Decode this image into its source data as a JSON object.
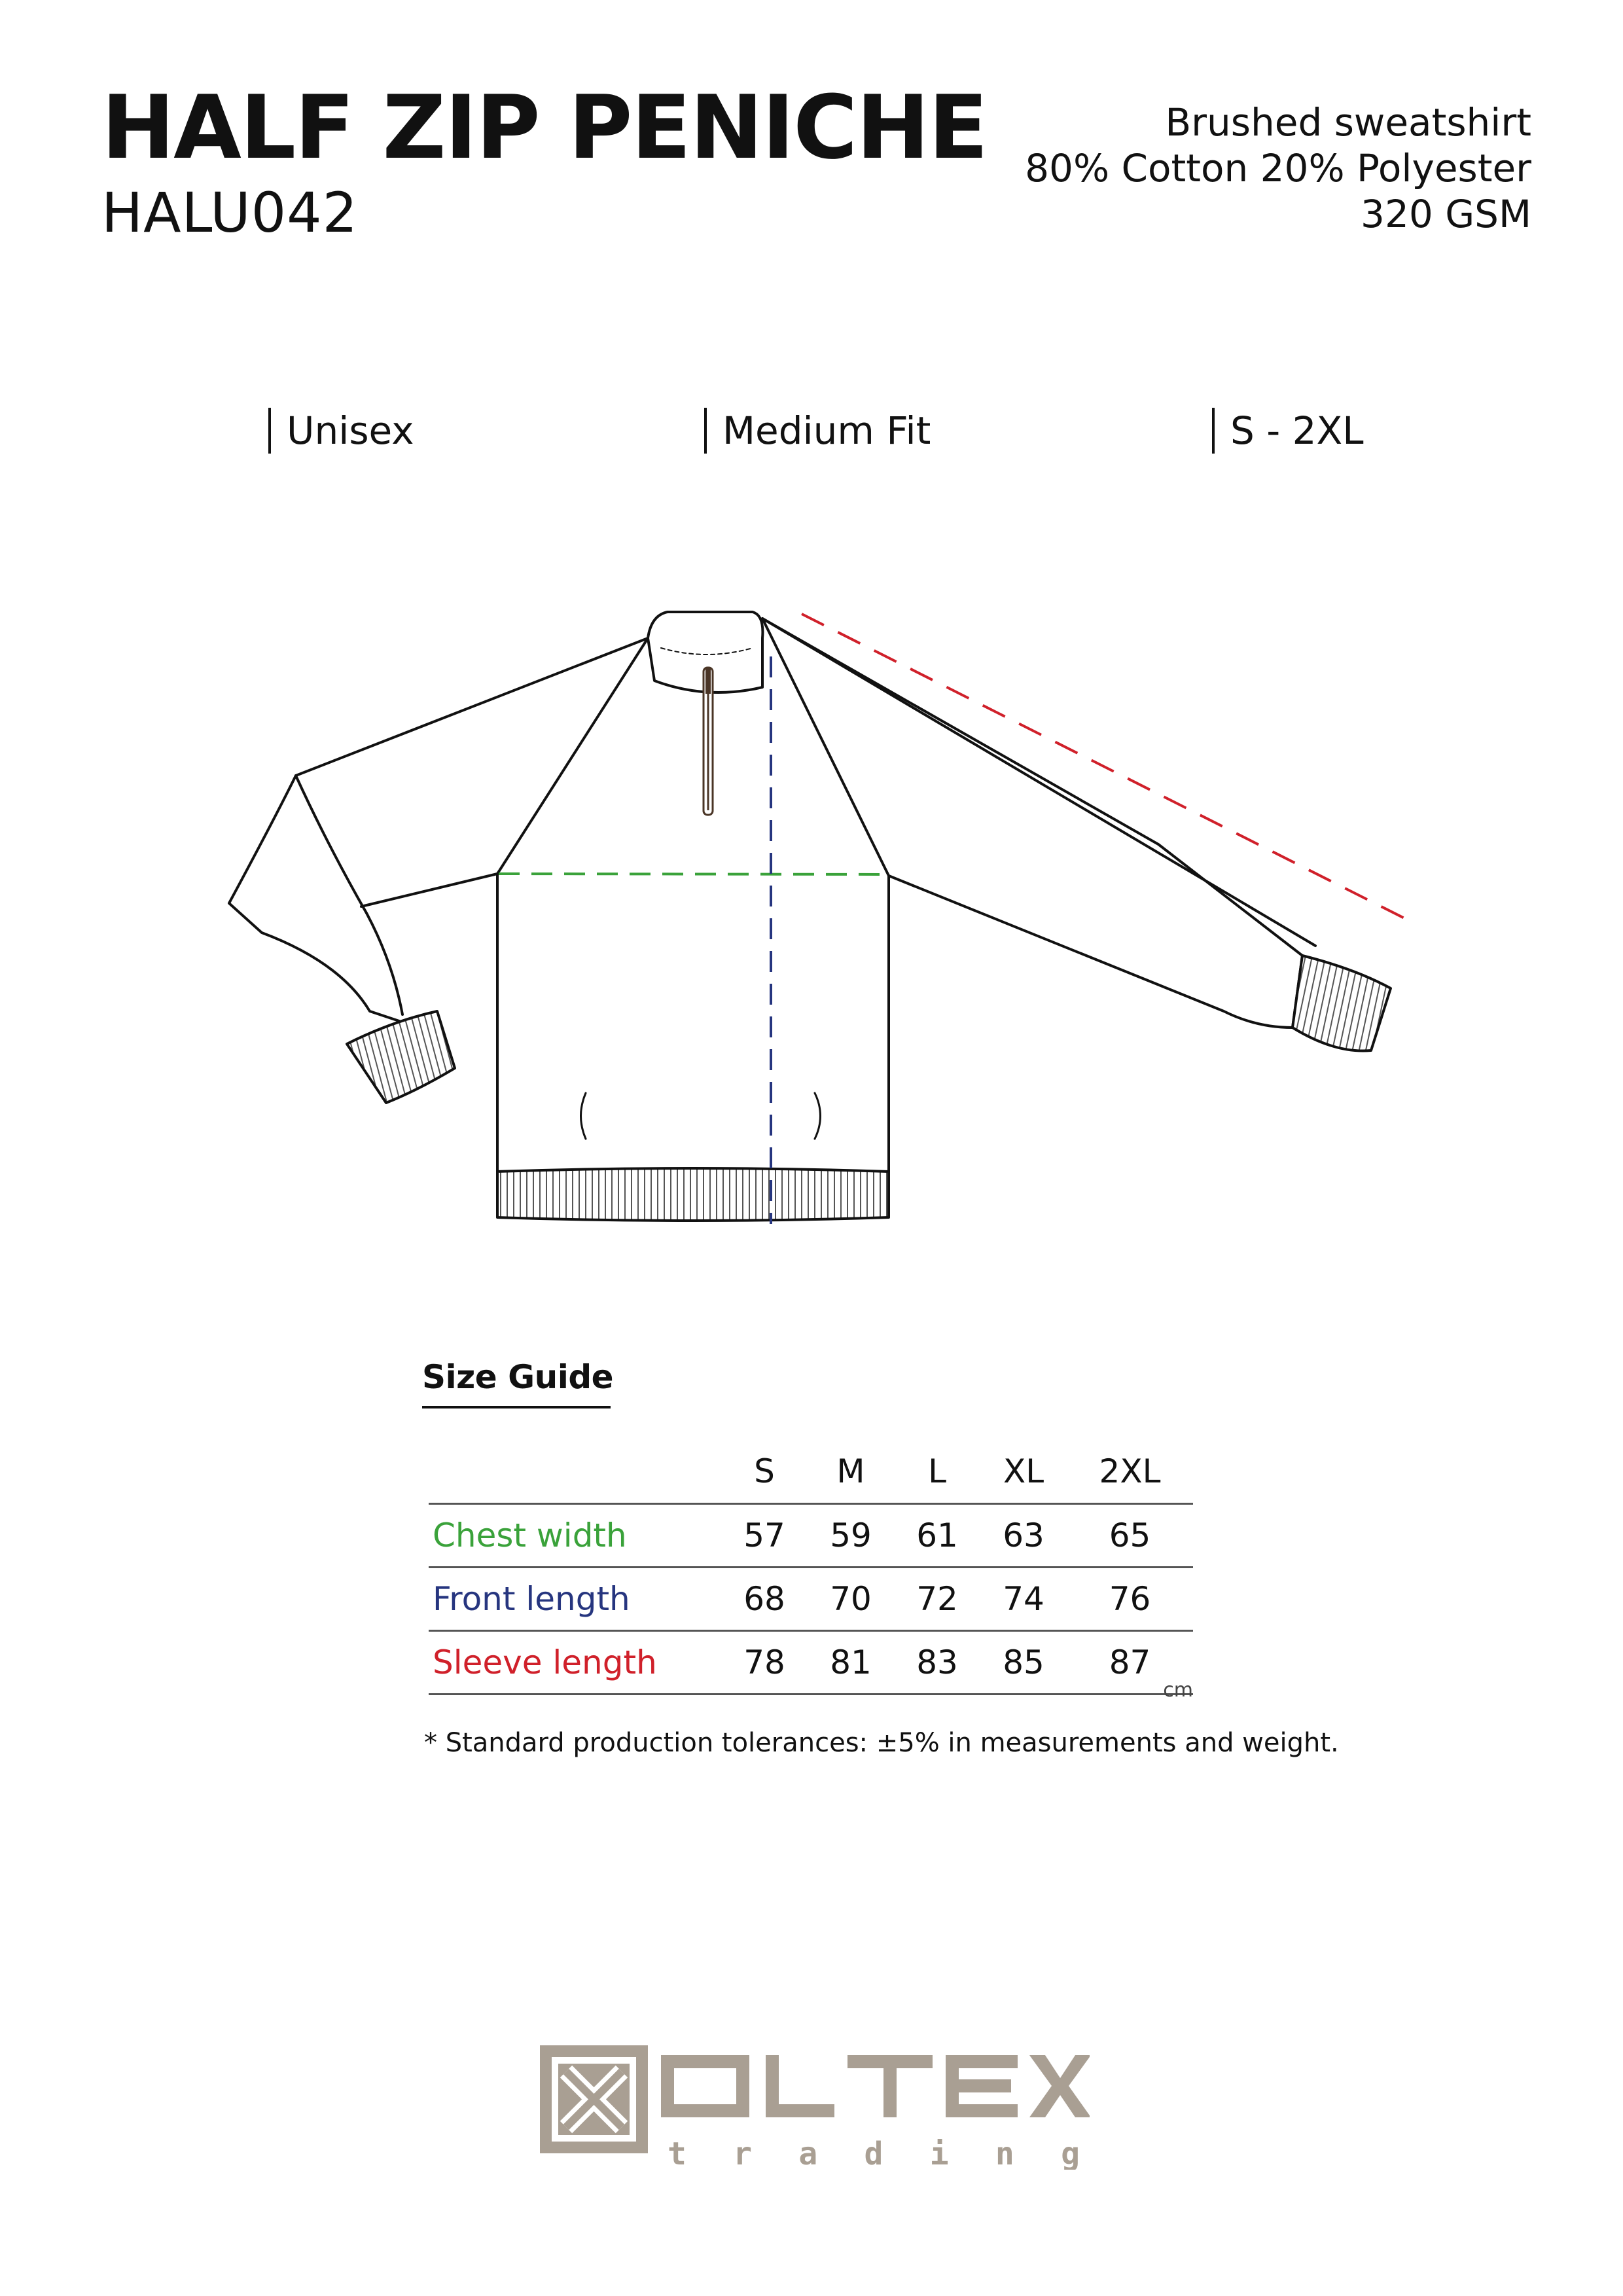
{
  "product": {
    "name": "HALF ZIP PENICHE",
    "code": "HALU042",
    "description": [
      "Brushed sweatshirt",
      "80% Cotton 20% Polyester",
      "320 GSM"
    ]
  },
  "attributes": {
    "gender": "Unisex",
    "fit": "Medium Fit",
    "sizes": "S - 2XL"
  },
  "size_guide": {
    "title": "Size Guide",
    "columns": [
      "S",
      "M",
      "L",
      "XL",
      "2XL"
    ],
    "rows": [
      {
        "label": "Chest width",
        "color": "#3aa23a",
        "values": [
          "57",
          "59",
          "61",
          "63",
          "65"
        ]
      },
      {
        "label": "Front length",
        "color": "#26357f",
        "values": [
          "68",
          "70",
          "72",
          "74",
          "76"
        ]
      },
      {
        "label": "Sleeve length",
        "color": "#d0202a",
        "values": [
          "78",
          "81",
          "83",
          "85",
          "87"
        ]
      }
    ],
    "unit": "cm",
    "note": "* Standard production tolerances: ±5% in measurements and weight."
  },
  "measure_colors": {
    "chest": "#3aa23a",
    "front": "#26357f",
    "sleeve": "#d0202a"
  },
  "logo": {
    "brand": "OLTEX",
    "tagline": "trading",
    "color": "#a99f93",
    "icon": "x-box-icon"
  }
}
